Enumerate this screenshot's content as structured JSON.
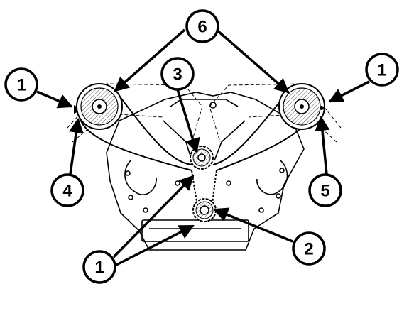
{
  "callouts": [
    {
      "id": "c1-left",
      "label": "1"
    },
    {
      "id": "c1-right",
      "label": "1"
    },
    {
      "id": "c1-bottom",
      "label": "1"
    },
    {
      "id": "c2",
      "label": "2"
    },
    {
      "id": "c3",
      "label": "3"
    },
    {
      "id": "c4",
      "label": "4"
    },
    {
      "id": "c5",
      "label": "5"
    },
    {
      "id": "c6",
      "label": "6"
    }
  ],
  "colors": {
    "ink": "#000000",
    "paper": "#ffffff"
  }
}
